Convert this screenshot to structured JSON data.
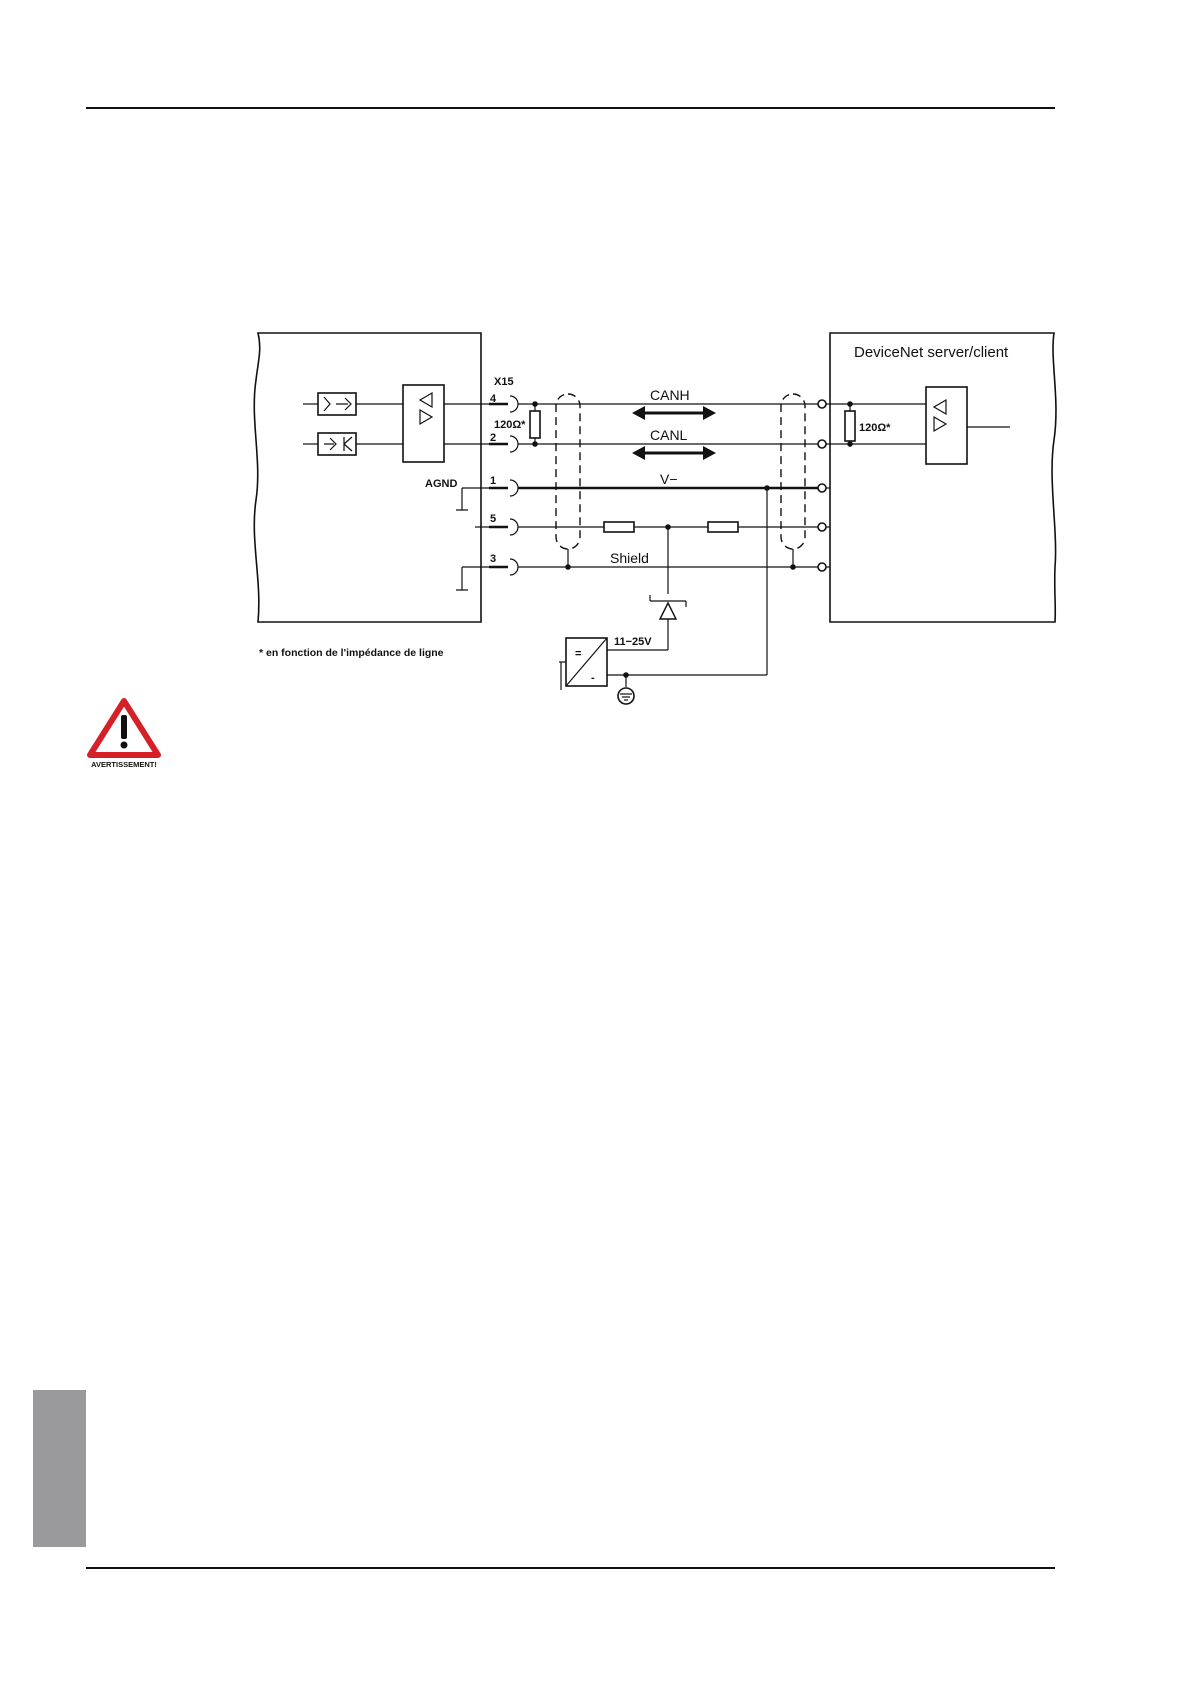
{
  "connector": "X15",
  "pins": {
    "canh": "4",
    "canl": "2",
    "vminus": "1",
    "vplus": "5",
    "shield": "3"
  },
  "agnd_label": "AGND",
  "left_resistor_label": "120Ω*",
  "right_resistor_label": "120Ω*",
  "signals": {
    "canh": "CANH",
    "canl": "CANL",
    "vminus": "V−",
    "shield": "Shield"
  },
  "device_title": "DeviceNet server/client",
  "supply_voltage": "11−25V",
  "supply_symbols": {
    "plus": "=",
    "minus": "-"
  },
  "footnote": "* en fonction de l'impédance de ligne",
  "warning_label": "AVERTISSEMENT!",
  "colors": {
    "warning_red": "#d62027",
    "tab_gray": "#9a9a9c"
  }
}
